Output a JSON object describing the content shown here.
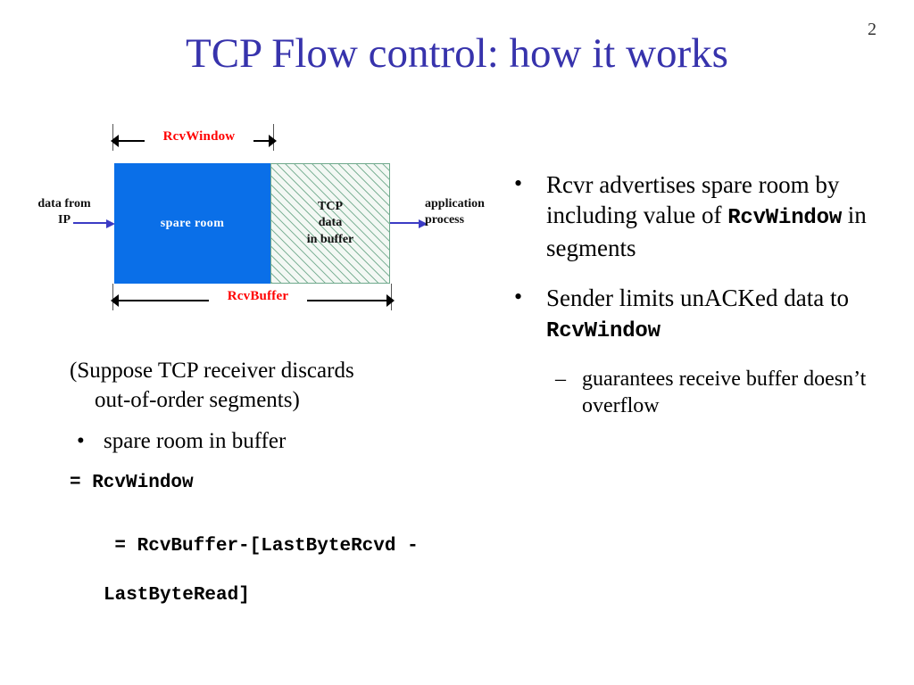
{
  "slide": {
    "page_number": "2",
    "title": "TCP Flow control: how it works",
    "title_color": "#3733AC"
  },
  "figure": {
    "rcvwindow_label": "RcvWindow",
    "rcvbuffer_label": "RcvBuffer",
    "label_color": "#FF0000",
    "spare_room_label": "spare room",
    "spare_room_color": "#0A6FE8",
    "tcp_data_lines": [
      "TCP",
      "data",
      "in buffer"
    ],
    "tcp_data_hatch_color": "#6EA88A",
    "inflow_lines": [
      "data from",
      "IP"
    ],
    "outflow_lines": [
      "application",
      "process"
    ],
    "arrow_color": "#3B3BC4"
  },
  "left_column": {
    "suppose_line1": "(Suppose TCP receiver discards",
    "suppose_line2": "out-of-order segments)",
    "bullet_marker": "•",
    "bullet_text": "spare room in buffer",
    "mono_line1": "= RcvWindow",
    "mono_line2": "= RcvBuffer-[LastByteRcvd -",
    "mono_line2_cont": "LastByteRead]"
  },
  "right_column": {
    "bullet_marker": "•",
    "dash_marker": "–",
    "bullet1_pre": "Rcvr advertises spare room by including value of ",
    "bullet1_mono": "RcvWindow",
    "bullet1_post": " in segments",
    "bullet2_pre": "Sender limits unACKed data to ",
    "bullet2_mono": "RcvWindow",
    "subbullet1": "guarantees receive buffer doesn’t overflow"
  }
}
